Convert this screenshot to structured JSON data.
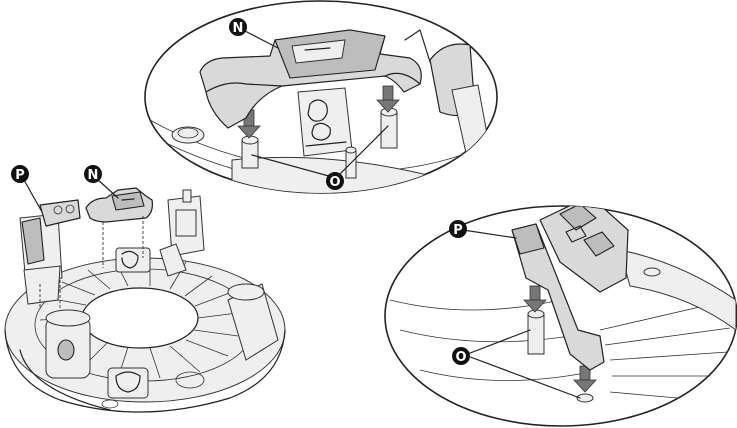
{
  "callouts": {
    "n_top": "N",
    "o_top": "O",
    "p_left": "P",
    "n_left": "N",
    "p_right": "P",
    "o_right": "O"
  },
  "colors": {
    "badge_fill": "#111111",
    "badge_text": "#ffffff",
    "line": "#222222",
    "part_fill": "#d9d9d9",
    "arrow_fill": "#777777"
  }
}
